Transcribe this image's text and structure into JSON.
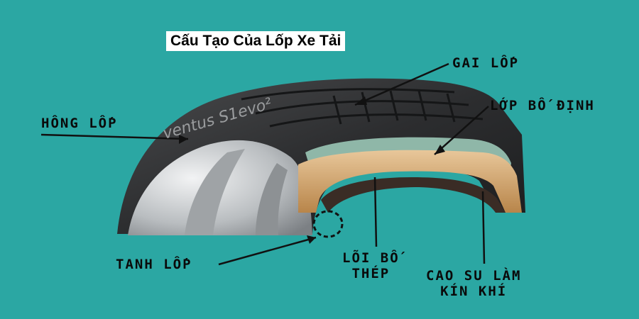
{
  "title": "Cấu Tạo Của Lốp Xe Tải",
  "tire_text": {
    "brand": "ventus S1evo²"
  },
  "labels": {
    "tread": "GAI LỐP",
    "cap_ply": "LỚP BỐ ĐỊNH",
    "sidewall": "HÔNG LỐP",
    "bead": "TANH LỐP",
    "steel_belt": [
      "LÕI BỐ",
      "THÉP"
    ],
    "inner_liner": [
      "CAO SU LÀM",
      "KÍN KHÍ"
    ]
  },
  "colors": {
    "background": "#2ba7a3",
    "tire_rubber": "#2f3032",
    "rim": "#cfd2d4",
    "label_text": "#0a0a0a"
  }
}
